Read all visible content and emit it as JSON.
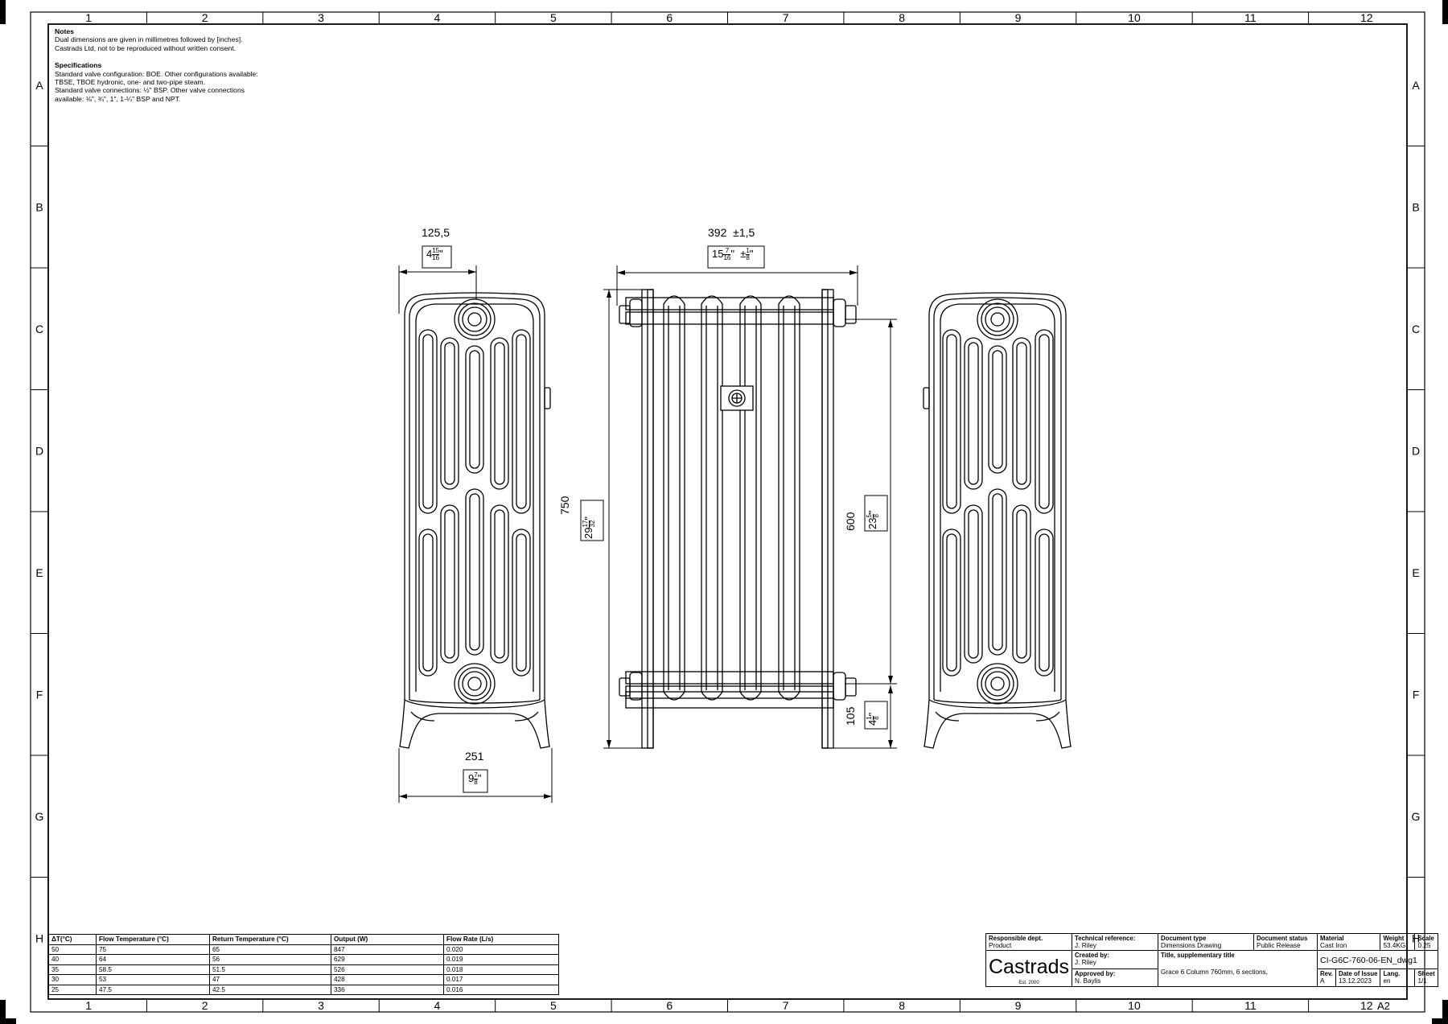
{
  "grid": {
    "columns": [
      "1",
      "2",
      "3",
      "4",
      "5",
      "6",
      "7",
      "8",
      "9",
      "10",
      "11",
      "12"
    ],
    "rows": [
      "A",
      "B",
      "C",
      "D",
      "E",
      "F",
      "G",
      "H"
    ]
  },
  "notes": {
    "heading": "Notes",
    "lines": [
      "Dual dimensions are given in millimetres followed by [inches].",
      "Castrads Ltd, not to be reproduced without written consent."
    ],
    "spec_heading": "Specifications",
    "spec_lines": [
      "Standard valve configuration: BOE. Other configurations available:",
      "TBSE, TBOE hydronic, one- and two-pipe steam.",
      "Standard valve connections: ½\" BSP. Other valve connections",
      "available: ⅛\", ¾\", 1\", 1-¼\" BSP and NPT."
    ]
  },
  "dimensions": {
    "depth_top_mm": "125,5",
    "depth_top_in_whole": "4",
    "depth_top_in_num": "15",
    "depth_top_in_den": "16",
    "width_mm": "392  ±1,5",
    "width_in_whole": "15",
    "width_in_num": "7",
    "width_in_den": "16",
    "width_tol_num": "1",
    "width_tol_den": "8",
    "height_mm": "750",
    "height_in_whole": "29",
    "height_in_num": "17",
    "height_in_den": "32",
    "centres_mm": "600",
    "centres_in_whole": "23",
    "centres_in_num": "5",
    "centres_in_den": "8",
    "floor_mm": "105",
    "floor_in_whole": "4",
    "floor_in_num": "1",
    "floor_in_den": "8",
    "base_mm": "251",
    "base_in_whole": "9",
    "base_in_num": "7",
    "base_in_den": "8"
  },
  "performance": {
    "headers": [
      "ΔT(°C)",
      "Flow Temperature (°C)",
      "Return Temperature (°C)",
      "Output (W)",
      "Flow Rate (L/s)"
    ],
    "rows": [
      [
        "50",
        "75",
        "65",
        "847",
        "0.020"
      ],
      [
        "40",
        "64",
        "56",
        "629",
        "0.019"
      ],
      [
        "35",
        "58.5",
        "51.5",
        "526",
        "0.018"
      ],
      [
        "30",
        "53",
        "47",
        "428",
        "0.017"
      ],
      [
        "25",
        "47.5",
        "42.5",
        "336",
        "0.016"
      ]
    ]
  },
  "title_block": {
    "responsible_dept_label": "Responsible dept.",
    "responsible_dept": "Product",
    "tech_ref_label": "Technical reference:",
    "tech_ref": "J. Riley",
    "doc_type_label": "Document type",
    "doc_type": "Dimensions Drawing",
    "doc_status_label": "Document status",
    "doc_status": "Public Release",
    "material_label": "Material",
    "material": "Cast Iron",
    "weight_label": "Weight",
    "weight": "53.4KG",
    "scale_label": "Scale",
    "scale": "0.25",
    "logo": "Castrads",
    "logo_sub": "Est. 2000",
    "created_by_label": "Created by:",
    "created_by": "J. Riley",
    "approved_by_label": "Approved by:",
    "approved_by": "N. Baylis",
    "title_label": "Title, supplementary title",
    "title": "Grace 6 Column 760mm, 6 sections,",
    "drawing_no": "CI-G6C-760-06-EN_dwg1",
    "rev_label": "Rev.",
    "rev": "A",
    "date_label": "Date of Issue",
    "date": "13.12.2023",
    "lang_label": "Lang.",
    "lang": "en",
    "sheet_label": "Sheet",
    "sheet": "1/1",
    "paper": "A2"
  }
}
